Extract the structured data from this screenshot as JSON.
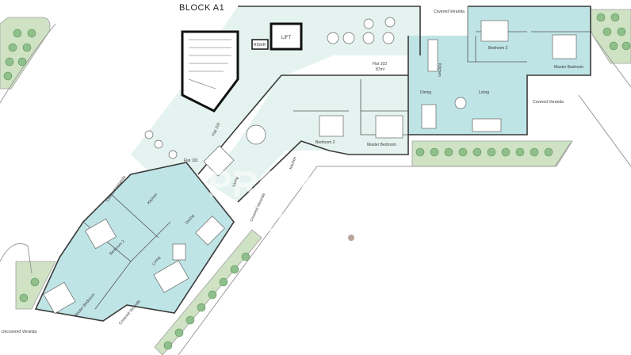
{
  "plan": {
    "block_title": "BLOCK A1",
    "lift_label": "LIFT",
    "riser_label": "RISER",
    "watermark_line1": "PROPERTY",
    "watermark_line2": "HOUSE",
    "colors": {
      "unit_fill": "#bfe4e6",
      "corridor_fill": "#e4f3ef",
      "garden_fill": "#cfe3c4",
      "tree_fill": "#8fbf8a",
      "wall": "#3a3a3a",
      "outline": "#9a9a9a"
    },
    "flats": [
      {
        "id": "flat-103",
        "name": "Flat 103",
        "area": "87m²"
      },
      {
        "id": "flat-101",
        "name": "Flat 101",
        "area": ""
      },
      {
        "id": "flat-102",
        "name": "Flat 102",
        "area": ""
      }
    ],
    "rooms_east": {
      "covered_veranda_top": "Covered Veranda",
      "bedroom2": "Bedroom 2",
      "master_bedroom": "Master Bedroom",
      "kitchen": "Kitchen",
      "dining": "Dining",
      "living": "Living",
      "covered_veranda": "Covered Veranda"
    },
    "rooms_center": {
      "bedroom2": "Bedroom 2",
      "master_bedroom": "Master Bedroom",
      "living": "Living",
      "kitchen": "Kitchen",
      "covered_veranda": "Covered Veranda"
    },
    "rooms_west": {
      "covered_veranda": "Covered Veranda",
      "kitchen": "Kitchen",
      "dining": "Dining",
      "living": "Living",
      "bedroom2": "Bedroom 2",
      "master_bedroom": "Master Bedroom",
      "covered_veranda_bottom": "Covered Veranda",
      "uncovered_veranda": "Uncovered Veranda"
    }
  }
}
